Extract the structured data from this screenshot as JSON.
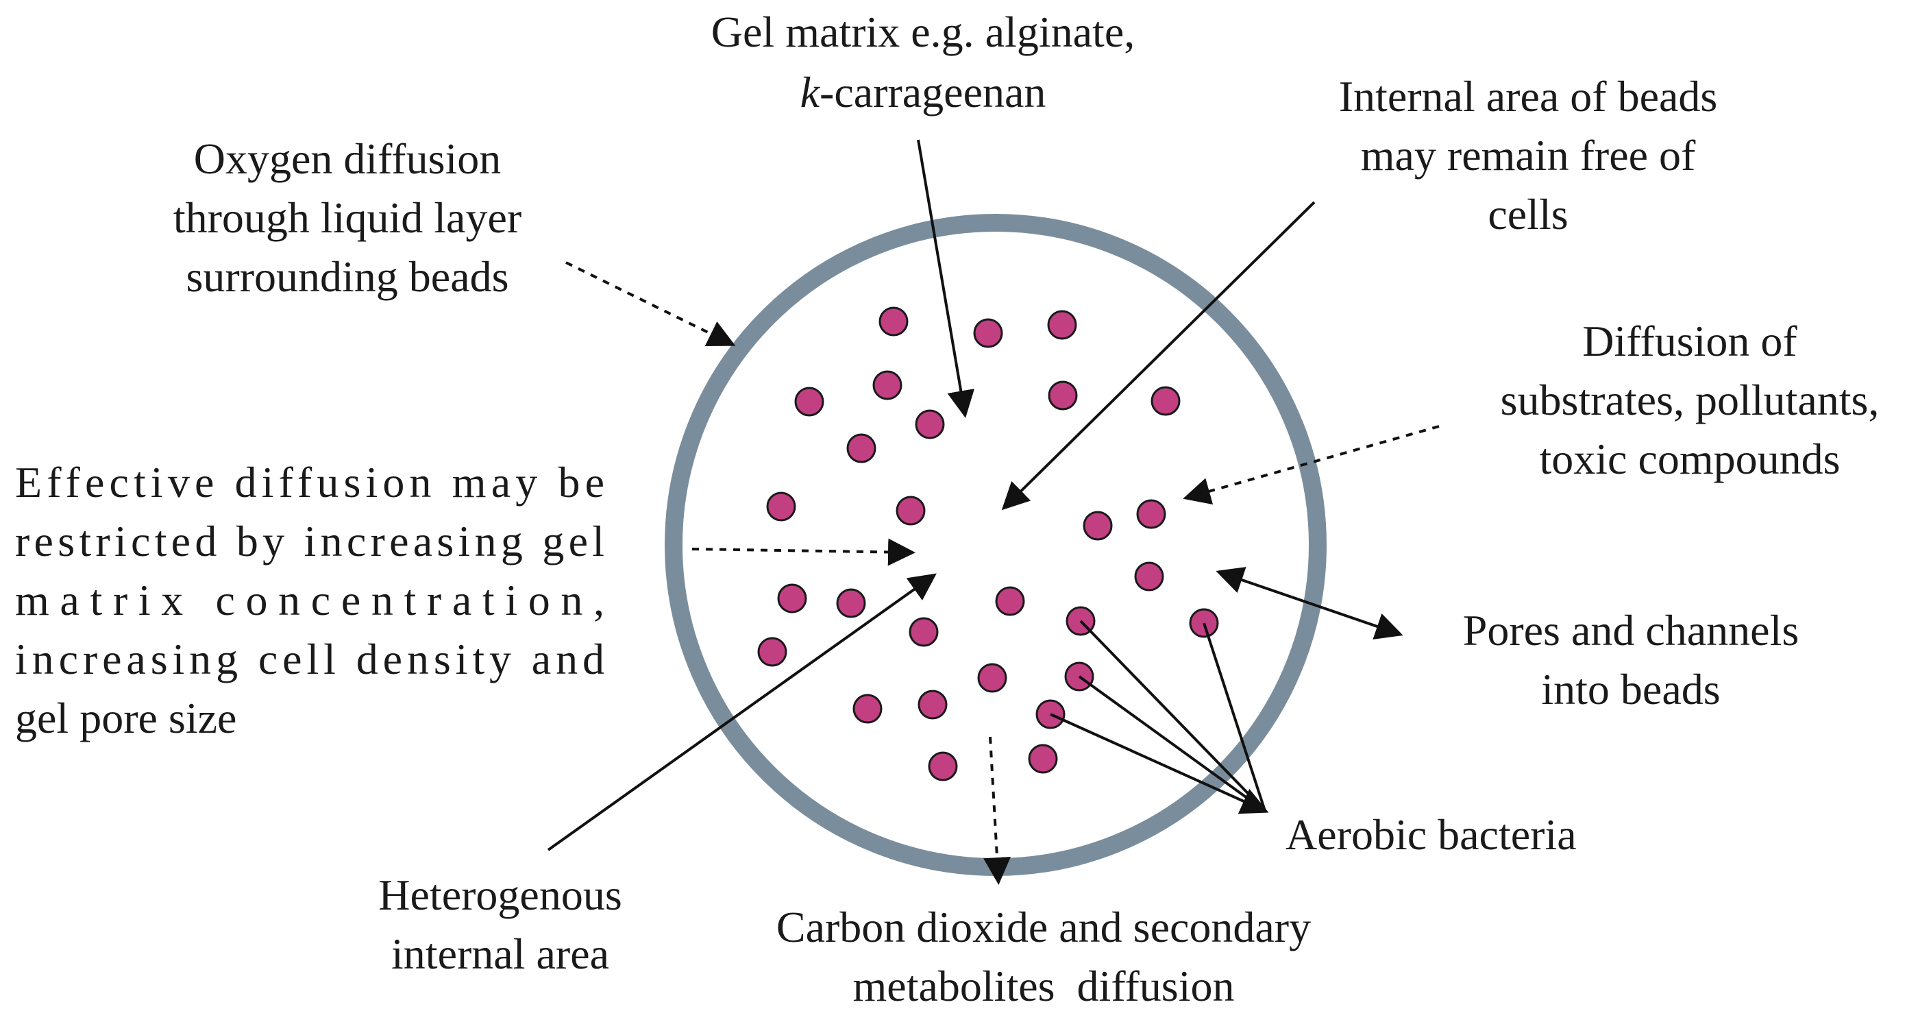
{
  "diagram": {
    "colors": {
      "bead_ring": "#7a8d9c",
      "bead_fill": "#ffffff",
      "bacteria_fill": "#c23f82",
      "bacteria_stroke": "#1a1a1a",
      "arrow": "#111111",
      "text": "#1a1a1a"
    },
    "labels": {
      "gel_matrix": {
        "line1": "Gel matrix e.g. alginate,",
        "line2_italic": "k",
        "line2_rest": "-carrageenan"
      },
      "internal_area": [
        "Internal area of beads",
        "may remain free of",
        "cells"
      ],
      "oxygen": [
        "Oxygen diffusion",
        "through liquid layer",
        "surrounding beads"
      ],
      "diffusion_substrates": [
        "Diffusion of",
        "substrates, pollutants,",
        "toxic compounds"
      ],
      "effective": [
        "Effective diffusion may be",
        "restricted by increasing gel",
        "matrix concentration,",
        "increasing cell density and",
        "gel pore size"
      ],
      "pores": [
        "Pores and channels",
        "into beads"
      ],
      "aerobic": "Aerobic bacteria",
      "heterogenous": [
        "Heterogenous",
        "internal area"
      ],
      "co2": [
        "Carbon dioxide and secondary",
        "metabolites  diffusion"
      ]
    }
  }
}
